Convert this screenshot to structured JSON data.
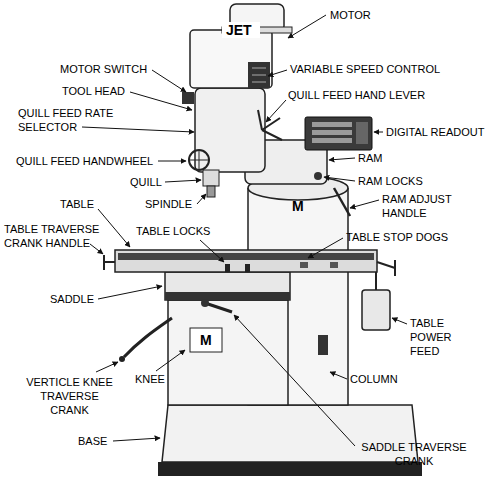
{
  "diagram": {
    "labels": [
      "MOTOR",
      "MOTOR SWITCH",
      "VARIABLE SPEED CONTROL",
      "TOOL HEAD",
      "QUILL FEED HAND LEVER",
      "QUILL FEED RATE SELECTOR",
      "DIGITAL READOUT",
      "QUILL FEED HANDWHEEL",
      "RAM",
      "QUILL",
      "RAM LOCKS",
      "SPINDLE",
      "RAM ADJUST HANDLE",
      "TABLE",
      "TABLE TRAVERSE CRANK HANDLE",
      "TABLE LOCKS",
      "TABLE STOP DOGS",
      "SADDLE",
      "TABLE POWER FEED",
      "VERTICLE KNEE TRAVERSE CRANK",
      "KNEE",
      "COLUMN",
      "BASE",
      "SADDLE TRAVERSE CRANK",
      "JET",
      "M",
      "M"
    ]
  }
}
